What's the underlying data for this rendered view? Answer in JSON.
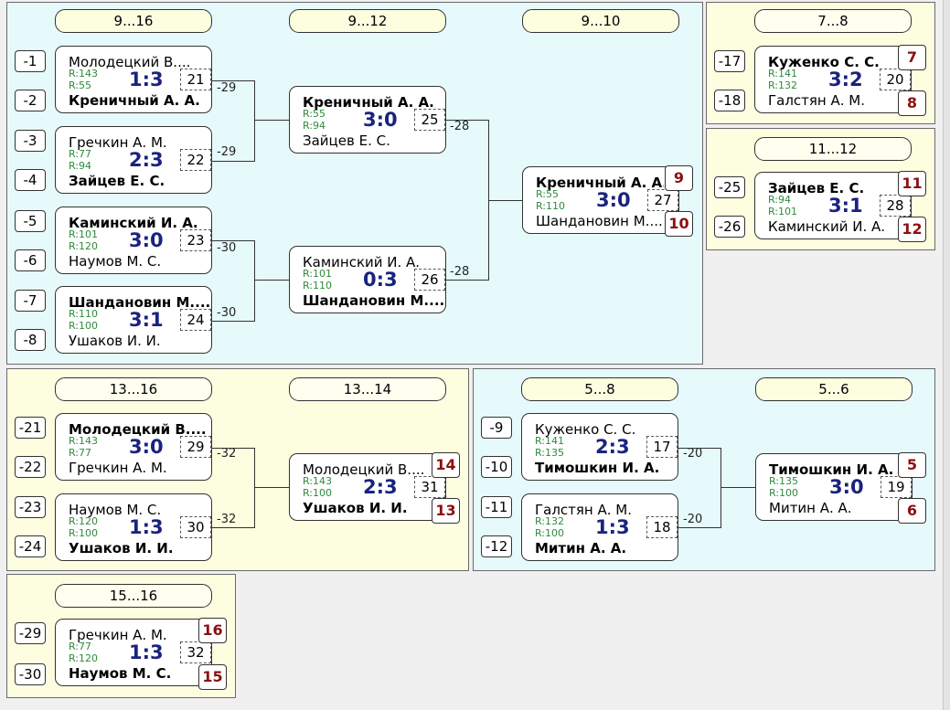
{
  "colors": {
    "panel_blue": "#e6fafc",
    "panel_yellow": "#fdfde0",
    "score": "#1a237e",
    "rating": "#2e8b3a",
    "place": "#8b1010"
  },
  "round_headers": {
    "r9_16": "9...16",
    "r9_12": "9...12",
    "r9_10": "9...10",
    "r7_8": "7...8",
    "r11_12": "11...12",
    "r13_16": "13...16",
    "r13_14": "13...14",
    "r5_8": "5...8",
    "r5_6": "5...6",
    "r15_16": "15...16"
  },
  "slots": {
    "s1": "-1",
    "s2": "-2",
    "s3": "-3",
    "s4": "-4",
    "s5": "-5",
    "s6": "-6",
    "s7": "-7",
    "s8": "-8",
    "s17": "-17",
    "s18": "-18",
    "s25": "-25",
    "s26": "-26",
    "s21": "-21",
    "s22": "-22",
    "s23": "-23",
    "s24": "-24",
    "s9": "-9",
    "s10": "-10",
    "s11": "-11",
    "s12": "-12",
    "s29": "-29",
    "s30": "-30"
  },
  "matches": {
    "m21": {
      "p1": "Молодецкий В....",
      "p2": "Креничный А. А.",
      "r1": "R:143",
      "r2": "R:55",
      "score": "1:3",
      "num": "21",
      "out": "-29"
    },
    "m22": {
      "p1": "Гречкин А. М.",
      "p2": "Зайцев Е. С.",
      "r1": "R:77",
      "r2": "R:94",
      "score": "2:3",
      "num": "22",
      "out": "-29"
    },
    "m23": {
      "p1": "Каминский И. А.",
      "p2": "Наумов М. С.",
      "r1": "R:101",
      "r2": "R:120",
      "score": "3:0",
      "num": "23",
      "out": "-30"
    },
    "m24": {
      "p1": "Шандановин М....",
      "p2": "Ушаков И. И.",
      "r1": "R:110",
      "r2": "R:100",
      "score": "3:1",
      "num": "24",
      "out": "-30"
    },
    "m25": {
      "p1": "Креничный А. А.",
      "p2": "Зайцев Е. С.",
      "r1": "R:55",
      "r2": "R:94",
      "score": "3:0",
      "num": "25",
      "out": "-28"
    },
    "m26": {
      "p1": "Каминский И. А.",
      "p2": "Шандановин М....",
      "r1": "R:101",
      "r2": "R:110",
      "score": "0:3",
      "num": "26",
      "out": "-28"
    },
    "m27": {
      "p1": "Креничный А. А.",
      "p2": "Шандановин М....",
      "r1": "R:55",
      "r2": "R:110",
      "score": "3:0",
      "num": "27",
      "place1": "9",
      "place2": "10"
    },
    "m20": {
      "p1": "Куженко С. С.",
      "p2": "Галстян А. М.",
      "r1": "R:141",
      "r2": "R:132",
      "score": "3:2",
      "num": "20",
      "place1": "7",
      "place2": "8"
    },
    "m28": {
      "p1": "Зайцев Е. С.",
      "p2": "Каминский И. А.",
      "r1": "R:94",
      "r2": "R:101",
      "score": "3:1",
      "num": "28",
      "place1": "11",
      "place2": "12"
    },
    "m29": {
      "p1": "Молодецкий В....",
      "p2": "Гречкин А. М.",
      "r1": "R:143",
      "r2": "R:77",
      "score": "3:0",
      "num": "29",
      "out": "-32"
    },
    "m30": {
      "p1": "Наумов М. С.",
      "p2": "Ушаков И. И.",
      "r1": "R:120",
      "r2": "R:100",
      "score": "1:3",
      "num": "30",
      "out": "-32"
    },
    "m31": {
      "p1": "Молодецкий В....",
      "p2": "Ушаков И. И.",
      "r1": "R:143",
      "r2": "R:100",
      "score": "2:3",
      "num": "31",
      "place1": "14",
      "place2": "13"
    },
    "m17": {
      "p1": "Куженко С. С.",
      "p2": "Тимошкин И. А.",
      "r1": "R:141",
      "r2": "R:135",
      "score": "2:3",
      "num": "17",
      "out": "-20"
    },
    "m18": {
      "p1": "Галстян А. М.",
      "p2": "Митин А. А.",
      "r1": "R:132",
      "r2": "R:100",
      "score": "1:3",
      "num": "18",
      "out": "-20"
    },
    "m19": {
      "p1": "Тимошкин И. А.",
      "p2": "Митин А. А.",
      "r1": "R:135",
      "r2": "R:100",
      "score": "3:0",
      "num": "19",
      "place1": "5",
      "place2": "6"
    },
    "m32": {
      "p1": "Гречкин А. М.",
      "p2": "Наумов М. С.",
      "r1": "R:77",
      "r2": "R:120",
      "score": "1:3",
      "num": "32",
      "place1": "16",
      "place2": "15"
    }
  }
}
